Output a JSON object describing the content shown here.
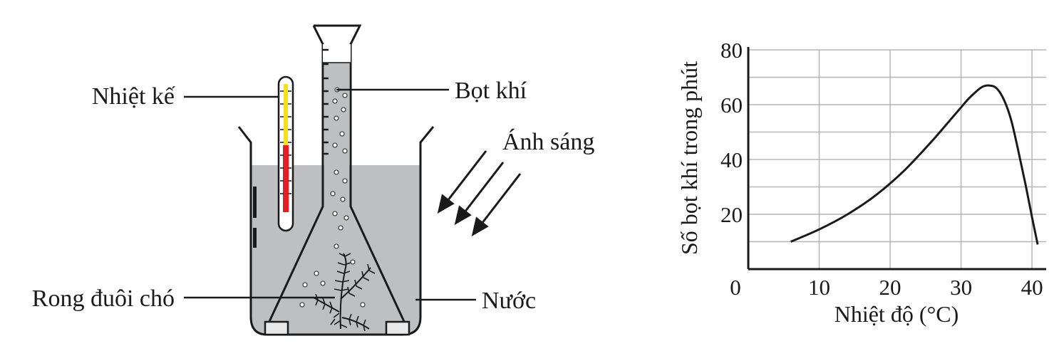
{
  "apparatus": {
    "labels": {
      "thermometer": "Nhiệt kế",
      "bubbles": "Bọt khí",
      "light": "Ánh sáng",
      "plant": "Rong đuôi chó",
      "water": "Nước"
    },
    "colors": {
      "water": "#bdbfc1",
      "thermometer_yellow": "#f4e01c",
      "thermometer_red": "#e31e24",
      "outline": "#1a1a1a"
    }
  },
  "chart_data": {
    "type": "line",
    "xlabel": "Nhiệt độ (°C)",
    "ylabel": "Số bọt khí trong phút",
    "x_ticks": [
      "10",
      "20",
      "30",
      "40"
    ],
    "y_ticks": [
      "20",
      "40",
      "60",
      "80"
    ],
    "origin_label": "0",
    "xlim": [
      0,
      42
    ],
    "ylim": [
      0,
      80
    ],
    "grid": true,
    "series": [
      {
        "x": [
          6,
          10,
          14,
          18,
          22,
          26,
          28,
          30,
          31,
          32,
          33,
          34,
          35,
          36,
          37,
          38,
          39,
          40,
          40.8
        ],
        "y": [
          10,
          14.5,
          20,
          27,
          36,
          47,
          53,
          59,
          62,
          64.5,
          66.5,
          67,
          66,
          62,
          55,
          44,
          32,
          19,
          9
        ]
      }
    ]
  }
}
